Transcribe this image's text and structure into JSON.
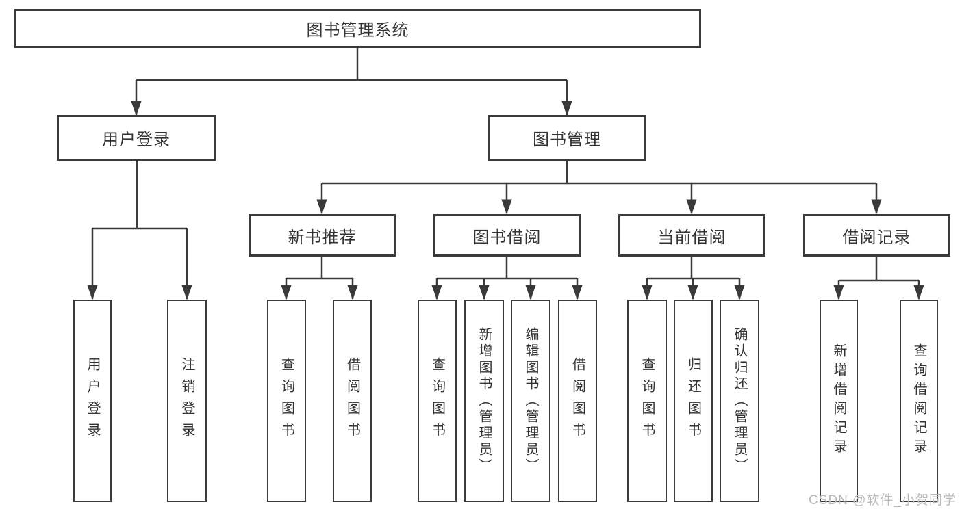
{
  "tree": {
    "root": {
      "label": "图书管理系统"
    },
    "level2": [
      {
        "label": "用户登录"
      },
      {
        "label": "图书管理"
      }
    ],
    "level3": [
      {
        "label": "新书推荐"
      },
      {
        "label": "图书借阅"
      },
      {
        "label": "当前借阅"
      },
      {
        "label": "借阅记录"
      }
    ],
    "leaves": {
      "user_login": [
        {
          "label": "用户登录"
        },
        {
          "label": "注销登录"
        }
      ],
      "new_book_recommend": [
        {
          "label": "查询图书"
        },
        {
          "label": "借阅图书"
        }
      ],
      "book_borrow": [
        {
          "label": "查询图书"
        },
        {
          "label": "新增图书（管理员）"
        },
        {
          "label": "编辑图书（管理员）"
        },
        {
          "label": "借阅图书"
        }
      ],
      "current_borrow": [
        {
          "label": "查询图书"
        },
        {
          "label": "归还图书"
        },
        {
          "label": "确认归还（管理员）"
        }
      ],
      "borrow_records": [
        {
          "label": "新增借阅记录"
        },
        {
          "label": "查询借阅记录"
        }
      ]
    }
  },
  "watermark": {
    "text": "CSDN @软件_小贺同学"
  },
  "colors": {
    "line": "#3a3a3a",
    "text": "#333333",
    "watermark": "#b9b9bd",
    "background": "#ffffff"
  }
}
